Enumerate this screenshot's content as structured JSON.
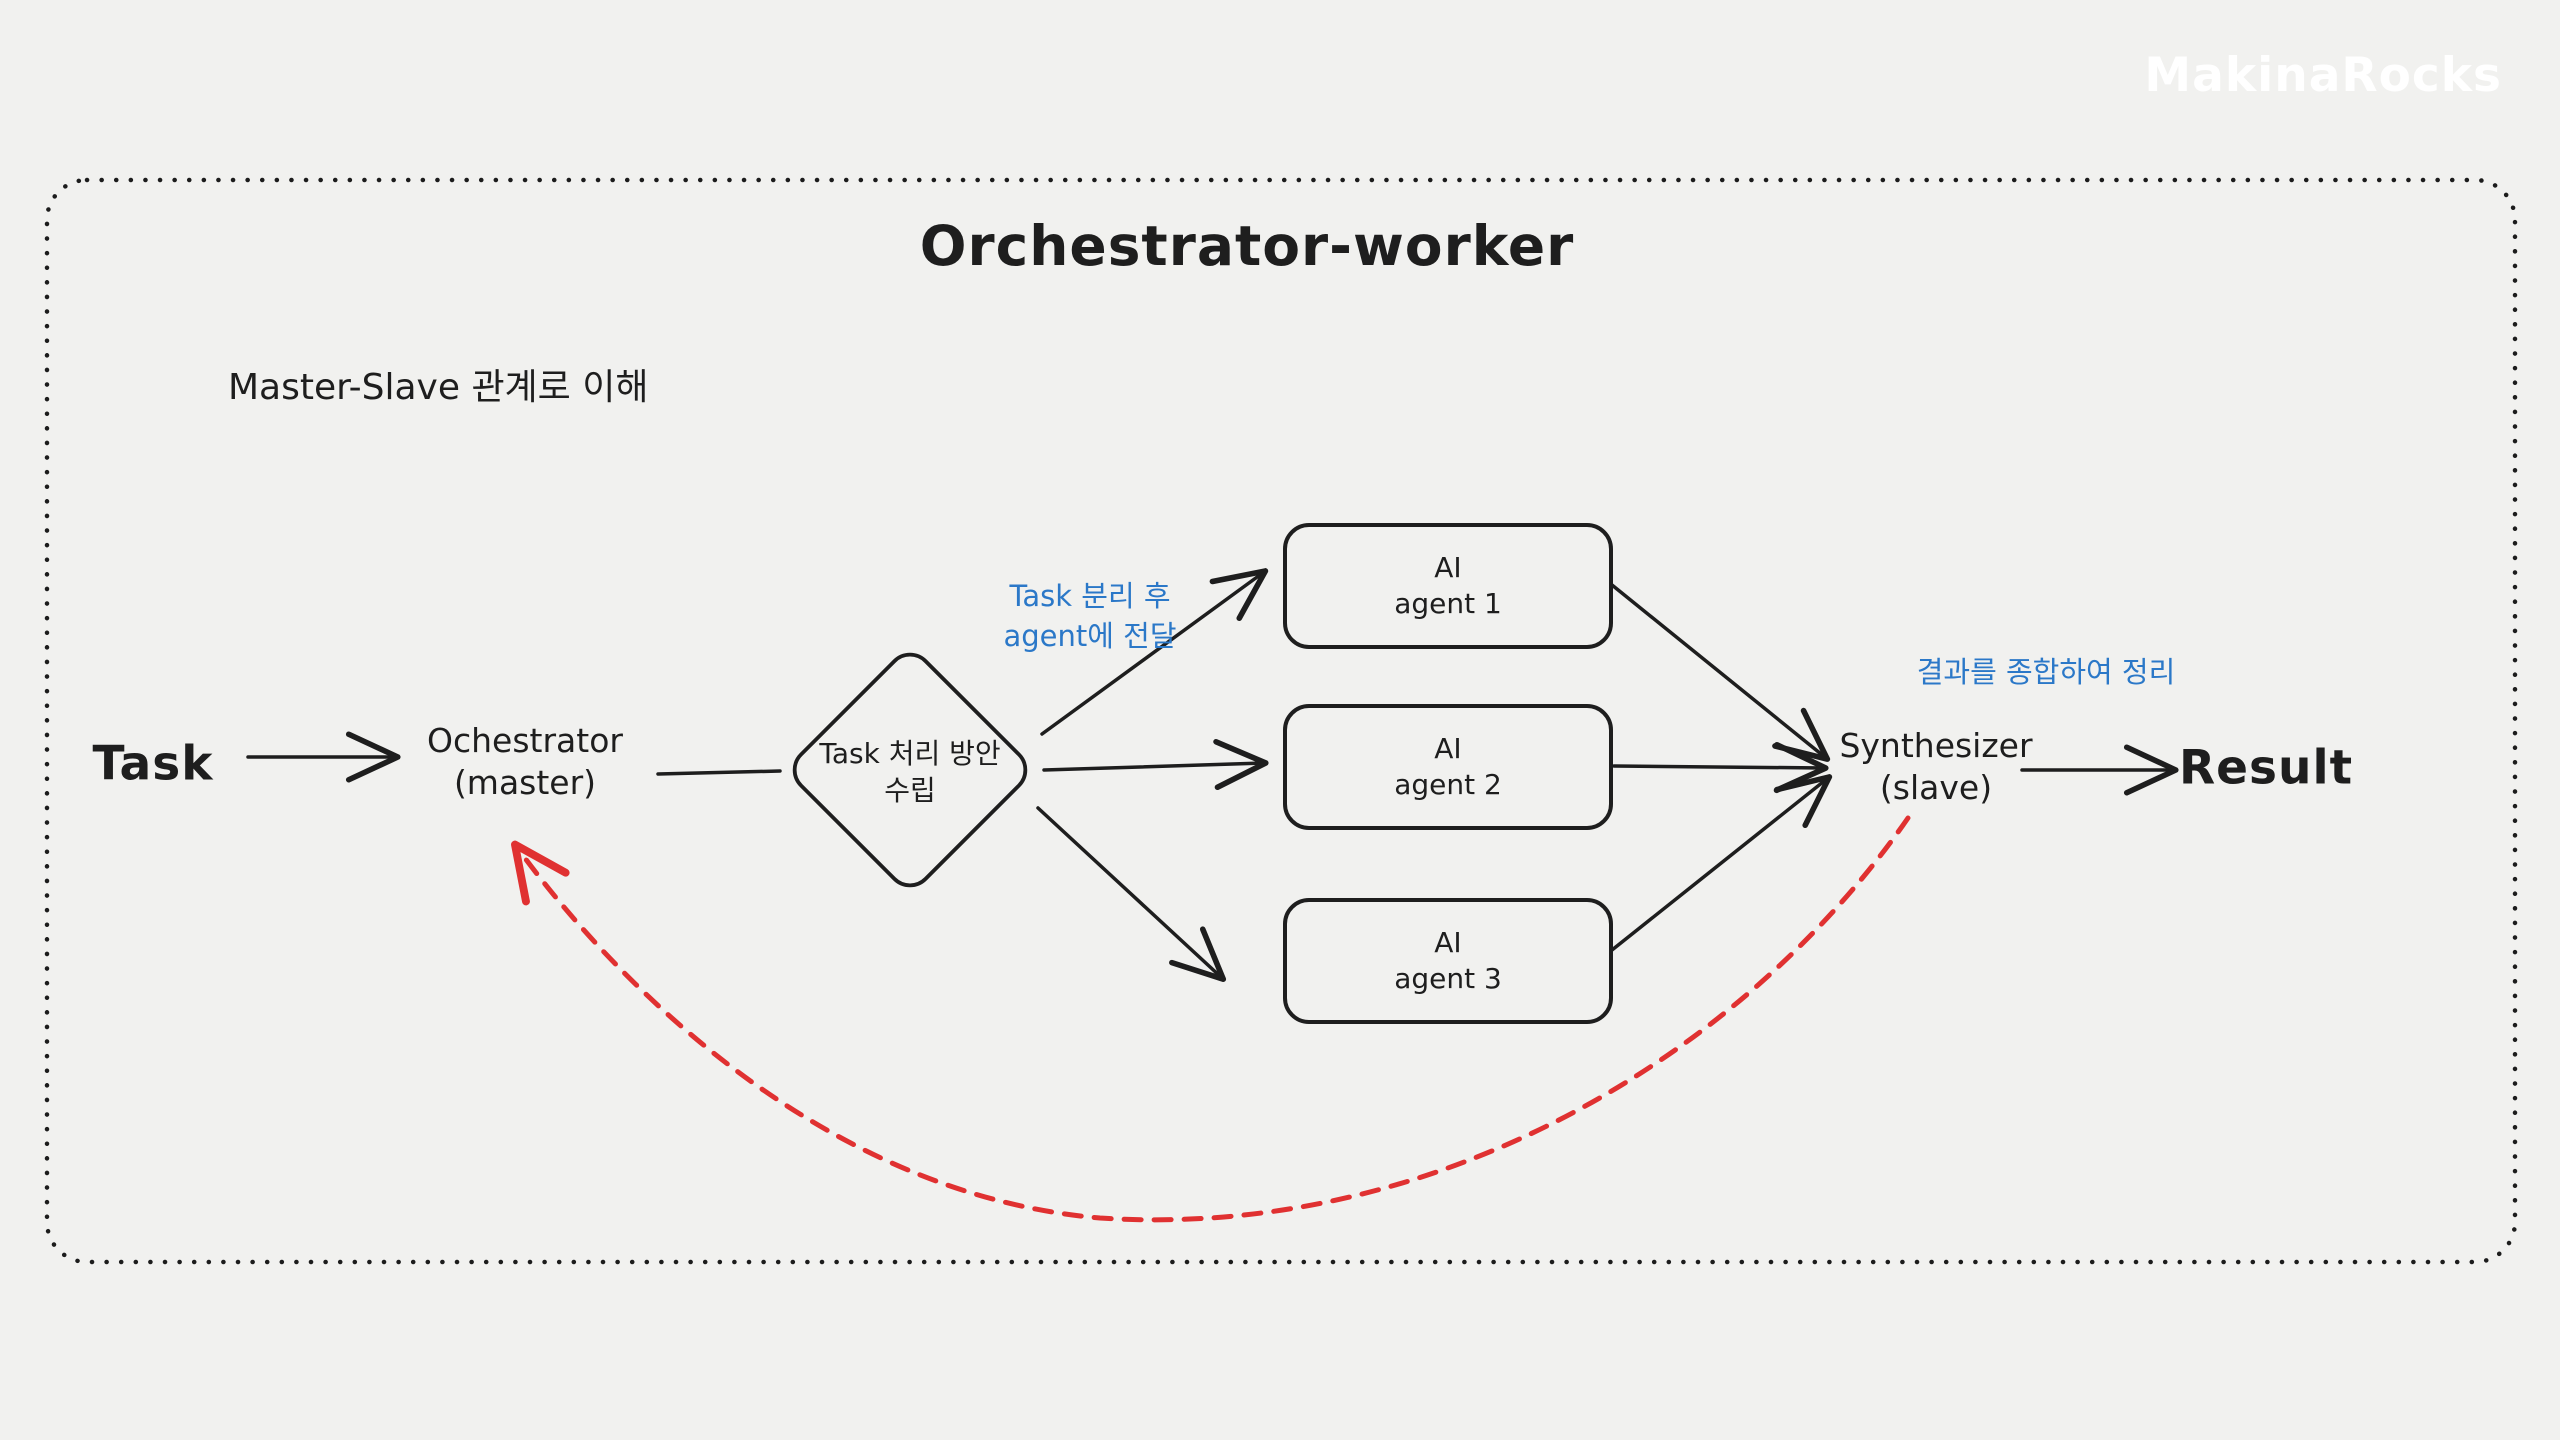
{
  "logo": {
    "text": "MakinaRocks"
  },
  "diagram": {
    "title": "Orchestrator-worker",
    "subtitle": "Master-Slave 관계로 이해",
    "nodes": {
      "task": {
        "label": "Task"
      },
      "orchestrator": {
        "line1": "Ochestrator",
        "line2": "(master)"
      },
      "decision": {
        "line1": "Task 처리 방안",
        "line2": "수립"
      },
      "agent1": {
        "line1": "AI",
        "line2": "agent 1"
      },
      "agent2": {
        "line1": "AI",
        "line2": "agent 2"
      },
      "agent3": {
        "line1": "AI",
        "line2": "agent 3"
      },
      "synthesizer": {
        "line1": "Synthesizer",
        "line2": "(slave)"
      },
      "result": {
        "label": "Result"
      }
    },
    "annotations": {
      "split_note": {
        "line1": "Task 분리 후",
        "line2": "agent에 전달"
      },
      "merge_note": "결과를 종합하여 정리"
    },
    "colors": {
      "background": "#f1f1ef",
      "ink": "#1e1e1e",
      "annotation_blue": "#2b78c8",
      "feedback_red": "#e03131",
      "logo_white": "#ffffff"
    }
  }
}
